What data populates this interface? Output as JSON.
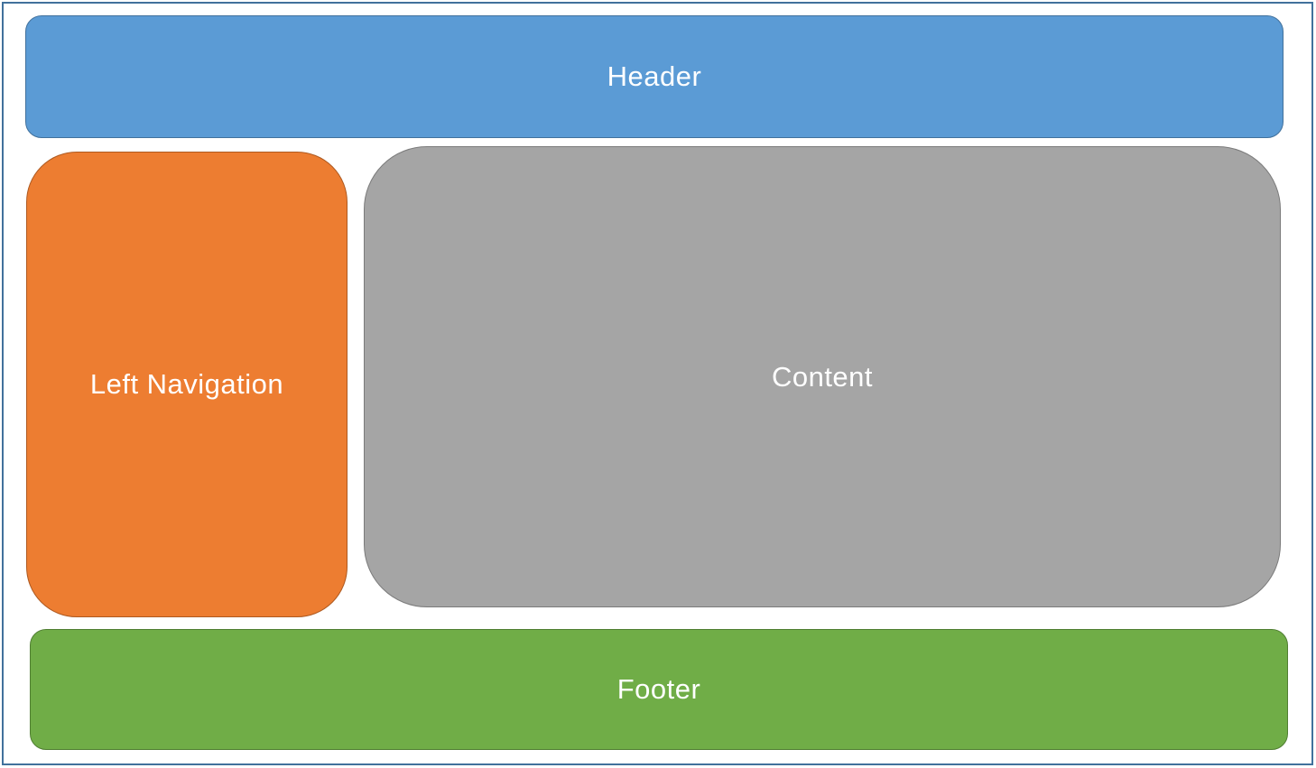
{
  "diagram": {
    "type": "layout-wireframe",
    "background_color": "#FFFFFF",
    "frame_border_color": "#41719C",
    "text_color": "#FFFFFF",
    "boxes": [
      {
        "id": "header",
        "label": "Header",
        "fill": "#5B9BD5",
        "border": "#41719C"
      },
      {
        "id": "left-navigation",
        "label": "Left Navigation",
        "fill": "#ED7D31",
        "border": "#AE5A21"
      },
      {
        "id": "content",
        "label": "Content",
        "fill": "#A5A5A5",
        "border": "#7B7B7B"
      },
      {
        "id": "footer",
        "label": "Footer",
        "fill": "#70AD47",
        "border": "#507E32"
      }
    ]
  }
}
